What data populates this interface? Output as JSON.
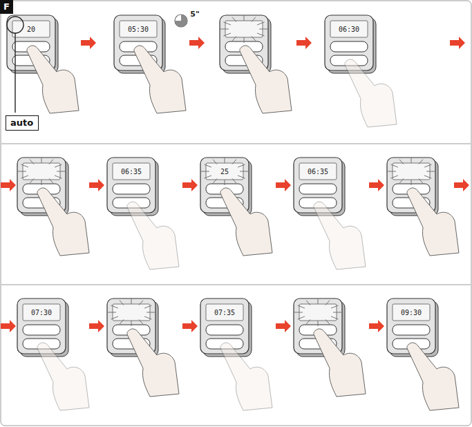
{
  "diagram": {
    "nodes": [
      {
        "text": [
          "F"
        ]
      },
      {
        "text": [
          "auto"
        ]
      }
    ],
    "labels": [
      "5\"",
      "20",
      "05:30",
      "06:30",
      "06:35",
      "25",
      "06:35",
      "07:30",
      "07:35",
      "09:30"
    ]
  }
}
